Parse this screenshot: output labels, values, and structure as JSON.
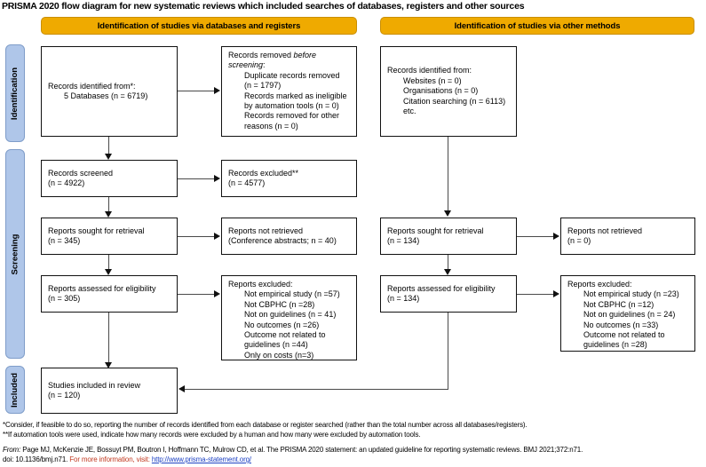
{
  "page_title": "PRISMA 2020 flow diagram for new systematic reviews which included searches of databases, registers and other sources",
  "colors": {
    "header_bar": "#EFAA00",
    "phase_tab": "#AFC6E9",
    "box_border": "#111111",
    "link": "#1F43C4"
  },
  "headers": {
    "left": "Identification of studies via databases and registers",
    "right": "Identification of studies via other methods"
  },
  "phases": {
    "identification": "Identification",
    "screening": "Screening",
    "included": "Included"
  },
  "left_column": {
    "records_identified": {
      "line1": "Records identified from*:",
      "line2": "5 Databases (n = 6719)"
    },
    "records_removed": {
      "line1": "Records removed ",
      "line1_italic": "before",
      "line2_italic": "screening",
      "line2_tail": ":",
      "items": [
        "Duplicate records removed",
        "(n = 1797)",
        "Records marked as ineligible",
        "by automation tools (n = 0)",
        "Records removed for other",
        "reasons (n = 0)"
      ]
    },
    "records_screened": {
      "line1": "Records screened",
      "line2": "(n = 4922)"
    },
    "records_excluded": {
      "line1": "Records excluded**",
      "line2": "(n = 4577)"
    },
    "reports_sought": {
      "line1": "Reports sought for retrieval",
      "line2": "(n = 345)"
    },
    "reports_not_retrieved": {
      "line1": "Reports not retrieved",
      "line2": "(Conference abstracts; n = 40)"
    },
    "reports_assessed": {
      "line1": "Reports assessed for eligibility",
      "line2": "(n = 305)"
    },
    "reports_excluded": {
      "title": "Reports excluded:",
      "items": [
        "Not empirical study (n =57)",
        "Not CBPHC (n =28)",
        "Not on guidelines (n = 41)",
        "No outcomes (n =26)",
        "Outcome not related to",
        "guidelines (n =44)",
        "Only on costs (n=3)"
      ]
    }
  },
  "right_column": {
    "records_identified": {
      "line1": "Records identified from:",
      "items": [
        "Websites (n = 0)",
        "Organisations (n = 0)",
        "Citation searching (n = 6113)",
        "etc."
      ]
    },
    "reports_sought": {
      "line1": "Reports sought for retrieval",
      "line2": "(n = 134)"
    },
    "reports_not_retrieved": {
      "line1": "Reports not retrieved",
      "line2": "(n = 0)"
    },
    "reports_assessed": {
      "line1": "Reports assessed for eligibility",
      "line2": "(n = 134)"
    },
    "reports_excluded": {
      "title": "Reports excluded:",
      "items": [
        "Not empirical study (n =23)",
        "Not CBPHC (n =12)",
        "Not on guidelines (n = 24)",
        "No outcomes (n =33)",
        "Outcome not related to",
        "guidelines (n =28)"
      ]
    }
  },
  "included_box": {
    "line1": "Studies included in review",
    "line2": "(n = 120)"
  },
  "footnotes": {
    "note1": "*Consider, if feasible to do so, reporting the number of records identified from each database or register searched (rather than the total number across all databases/registers).",
    "note2": "**If automation tools were used, indicate how many records were excluded by a human and how many were excluded by automation tools.",
    "from_label": "From:",
    "citation": "Page MJ, McKenzie JE, Bossuyt PM, Boutron I, Hoffmann TC, Mulrow CD, et al. The PRISMA 2020 statement: an updated guideline for reporting systematic reviews. BMJ 2021;372:n71.",
    "doi": "doi: 10.1136/bmj.n71.",
    "more_info": "For more information, visit:",
    "link": "http://www.prisma-statement.org/"
  }
}
